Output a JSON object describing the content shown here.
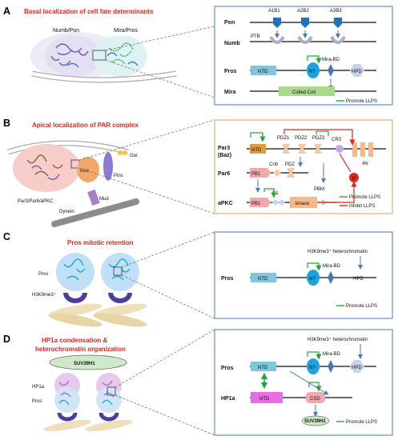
{
  "panels": {
    "A": {
      "letter": "A",
      "title": "Basal localization of cell fate determinants",
      "cell_labels": [
        "Numb/Pon",
        "Mira/Pros"
      ],
      "rows": {
        "pon": "Pon",
        "numb": "Numb",
        "pros": "Pros",
        "mira": "Mira"
      },
      "domains": {
        "a1b1": "A1B1",
        "a2b2": "A2B2",
        "a3b3": "A3B3",
        "ptb": "PTB",
        "ntd": "NTD",
        "n_question": "N?",
        "mira_bd": "Mira-BD",
        "hpd": "HPD",
        "coiled_coil": "Coiled Coil"
      },
      "legend": {
        "promote": "Promote LLPS"
      }
    },
    "B": {
      "letter": "B",
      "title": "Apical localization of PAR complex",
      "cell_labels": {
        "complex": "Par3/Par6/aPKC",
        "insc": "Insc",
        "pins": "Pins",
        "gai": "Gαi",
        "mud": "Mud",
        "dynein": "Dynein"
      },
      "rows": {
        "par3": "Par3",
        "par3_sub": "(Baz)",
        "par6": "Par6",
        "apkc": "aPKC"
      },
      "domains": {
        "ntd": "NTD",
        "pdz1": "PDZ1",
        "pdz2": "PDZ2",
        "pdz3": "PDZ3",
        "cr3": "CR3",
        "fourN": "4N",
        "pb1": "PB1",
        "crib": "Crib",
        "pdz": "PDZ",
        "pbm": "PBM",
        "c1": "C1",
        "kinase": "kinase",
        "p": "P"
      },
      "legend": {
        "promote": "Promote LLPS",
        "inhibit": "Inhibit LLPS"
      }
    },
    "C": {
      "letter": "C",
      "title": "Pros mitotic retention",
      "cell_labels": {
        "pros": "Pros",
        "h3k9": "H3K9me3⁺"
      },
      "rows": {
        "pros": "Pros"
      },
      "top_label": "H3K9me3⁺ heterochromatin",
      "domains": {
        "ntd": "NTD",
        "n_question": "N?",
        "mira_bd": "Mira-BD",
        "hpd": "HPD"
      },
      "legend": {
        "promote": "Promote LLPS"
      }
    },
    "D": {
      "letter": "D",
      "title_line1": "HP1a condensation  &",
      "title_line2": "heterochromatin organization",
      "cell_labels": {
        "suv": "SUV39H1",
        "hp1a": "HP1a",
        "pros": "Pros"
      },
      "rows": {
        "pros": "Pros",
        "hp1a": "HP1a"
      },
      "top_label": "H3K9me3⁺ heterochromatin",
      "domains": {
        "ntd": "NTD",
        "n_question": "N?",
        "mira_bd": "Mira-BD",
        "hpd": "HPD",
        "ntd2": "NTD",
        "csd": "CSD",
        "suv": "SUV39H1"
      },
      "legend": {
        "promote": "Promote LLPS"
      }
    }
  },
  "colors": {
    "promote": "#2aa637",
    "inhibit": "#e1261c",
    "panel_border_blue": "#7a9fd1",
    "panel_border_orange": "#e6b98a",
    "domain_blue": "#1e73be",
    "ntd_cyan": "#7ec7dc",
    "coil_green": "#a9d98c"
  }
}
